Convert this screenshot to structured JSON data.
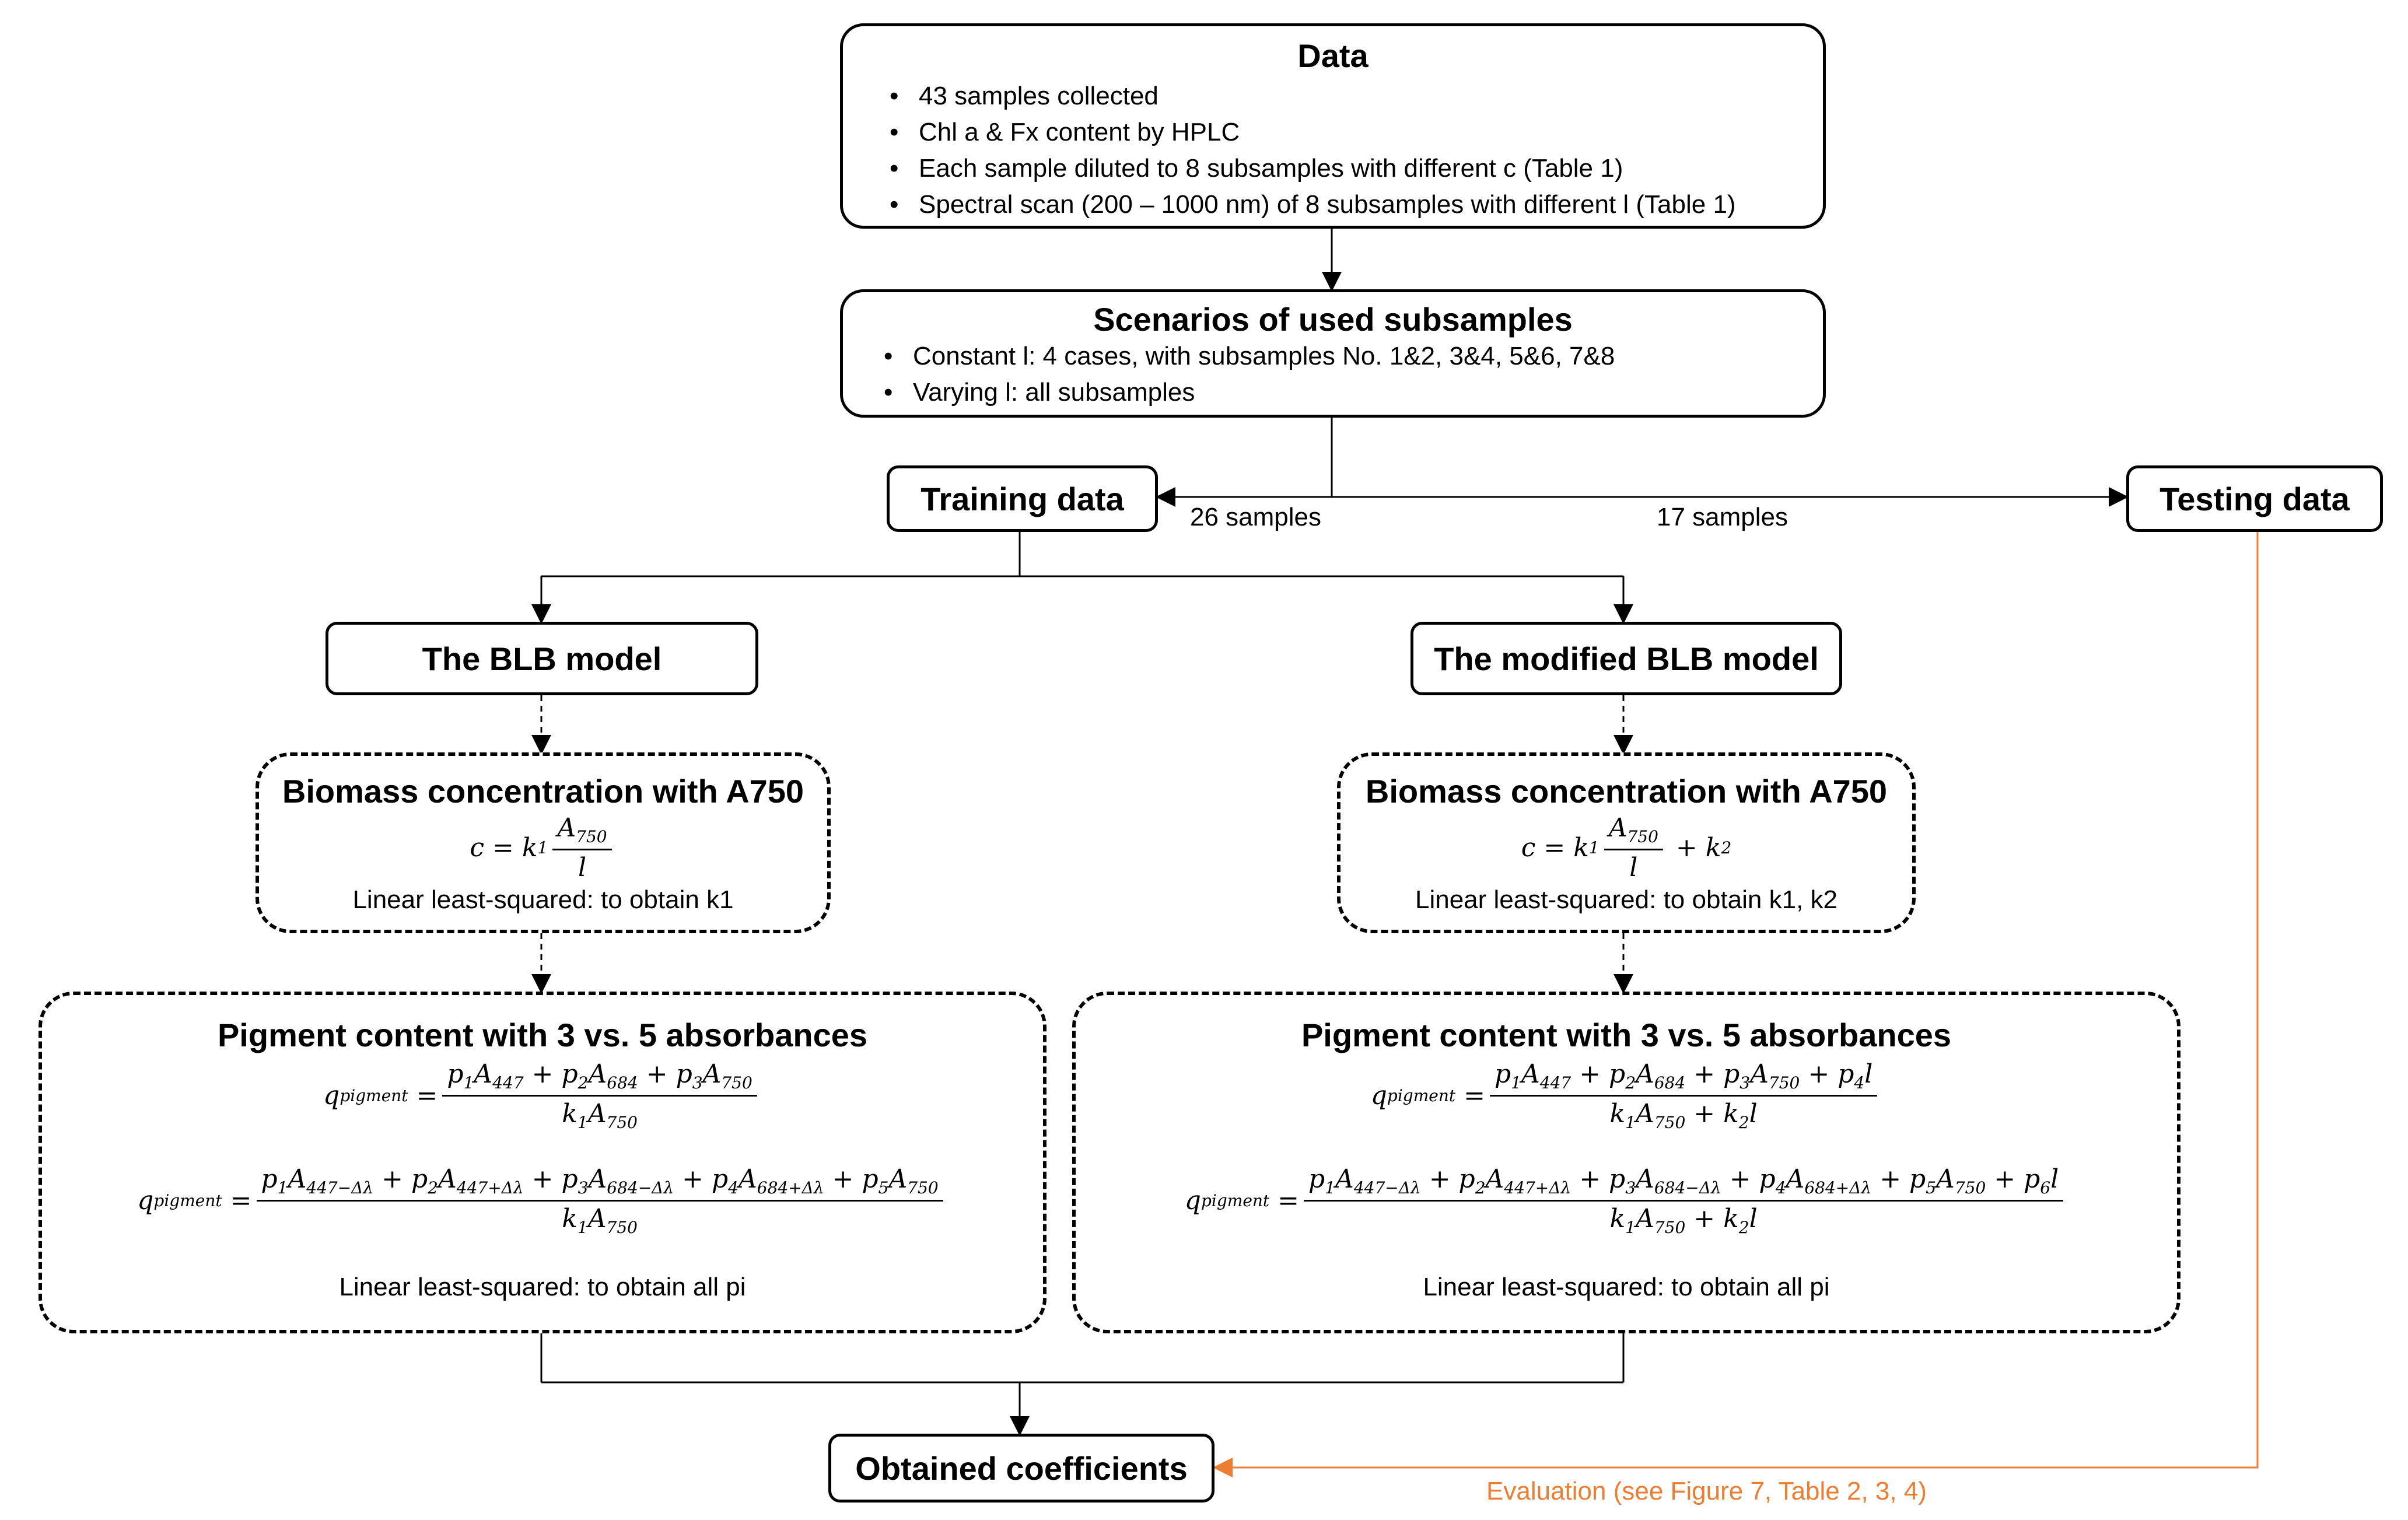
{
  "data_box": {
    "title": "Data",
    "items": [
      "43 samples collected",
      "Chl a & Fx content by HPLC",
      "Each sample diluted to 8 subsamples with different c (Table 1)",
      "Spectral scan (200 – 1000 nm) of 8 subsamples with different l (Table 1)"
    ]
  },
  "scenarios_box": {
    "title": "Scenarios of used subsamples",
    "items": [
      "Constant l: 4 cases, with subsamples No. 1&2, 3&4, 5&6, 7&8",
      "Varying l: all subsamples"
    ]
  },
  "training": {
    "label": "Training data",
    "count": "26 samples"
  },
  "testing": {
    "label": "Testing data",
    "count": "17 samples"
  },
  "blb": {
    "title": "The BLB model",
    "biomass": {
      "title": "Biomass concentration with A750",
      "fit_note": "Linear least-squared: to obtain k1"
    },
    "pigment": {
      "title": "Pigment content with 3 vs. 5 absorbances",
      "fit_note": "Linear least-squared: to obtain all pi"
    }
  },
  "modified": {
    "title": "The modified BLB model",
    "biomass": {
      "title": "Biomass concentration with A750",
      "fit_note": "Linear least-squared: to obtain k1, k2"
    },
    "pigment": {
      "title": "Pigment content with 3 vs. 5 absorbances",
      "fit_note": "Linear least-squared: to obtain all pi"
    }
  },
  "result": {
    "label": "Obtained coefficients"
  },
  "evaluation": {
    "label": "Evaluation (see Figure 7, Table 2, 3, 4)"
  },
  "colors": {
    "evaluation_arrow": "#ED7D31",
    "box_border": "#000000"
  }
}
